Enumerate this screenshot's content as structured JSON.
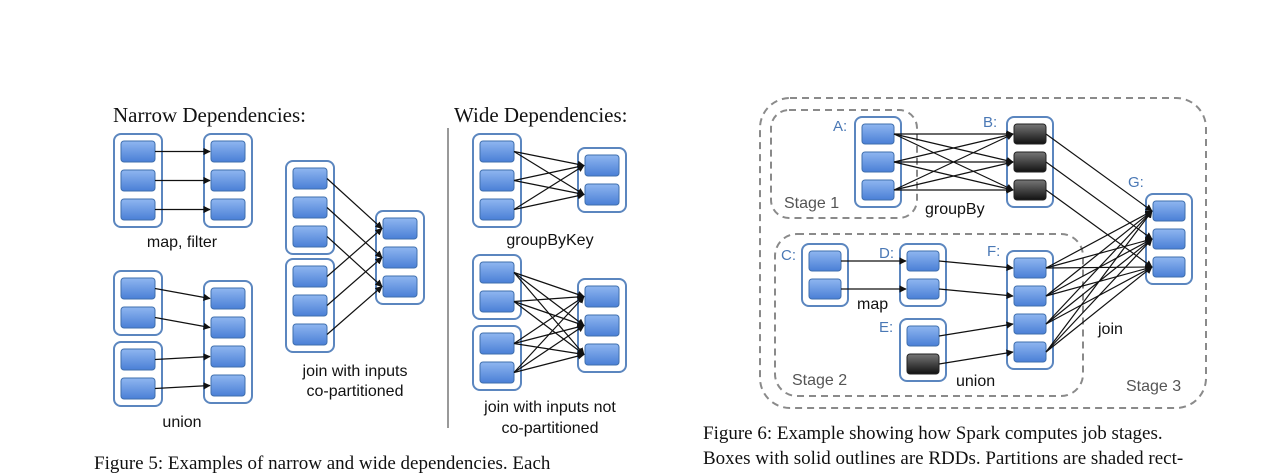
{
  "figure5": {
    "narrow_heading": "Narrow Dependencies:",
    "wide_heading": "Wide Dependencies:",
    "label_map_filter": "map, filter",
    "label_union": "union",
    "label_join_copart": [
      "join with inputs",
      "co-partitioned"
    ],
    "label_groupbykey": "groupByKey",
    "label_join_not_copart": [
      "join with inputs not",
      "co-partitioned"
    ],
    "caption": "Figure 5: Examples of narrow and wide dependencies. Each"
  },
  "figure6": {
    "rdd_labels": {
      "A": "A:",
      "B": "B:",
      "C": "C:",
      "D": "D:",
      "E": "E:",
      "F": "F:",
      "G": "G:"
    },
    "stage_labels": [
      "Stage 1",
      "Stage 2",
      "Stage 3"
    ],
    "op_labels": {
      "groupBy": "groupBy",
      "map": "map",
      "union": "union",
      "join": "join"
    },
    "caption_lines": [
      "Figure 6: Example showing how Spark computes job stages.",
      "Boxes with solid outlines are RDDs. Partitions are shaded rect-"
    ]
  },
  "colors": {
    "partition": "#5b8fe0",
    "shaded_partition": "#222222",
    "rdd_outline": "#5b86bf",
    "stage_outline": "#8a8a8a",
    "rdd_label": "#4a78b5"
  }
}
